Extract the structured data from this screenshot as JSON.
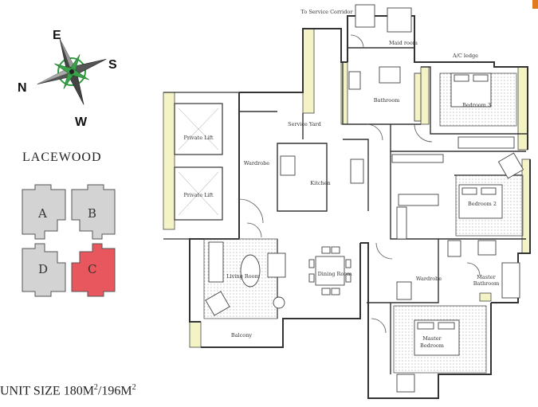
{
  "compass": {
    "north": "N",
    "east": "E",
    "south": "S",
    "west": "W"
  },
  "building": {
    "name": "LACEWOOD",
    "blocks": [
      {
        "label": "A",
        "highlighted": false
      },
      {
        "label": "B",
        "highlighted": false
      },
      {
        "label": "D",
        "highlighted": false
      },
      {
        "label": "C",
        "highlighted": true
      }
    ],
    "colors": {
      "block": "#d3d3d3",
      "highlight": "#e8575e"
    }
  },
  "unit_size": {
    "prefix": "UNIT SIZE 180M",
    "sup1": "2",
    "mid": "/196M",
    "sup2": "2"
  },
  "floorplan": {
    "rooms": {
      "service_corridor": "To Service Corridor",
      "maid_room": "Maid room",
      "a_c_ledge": "A/C ledge",
      "bathroom_top": "Bathroom",
      "bedroom_3": "Bedroom 3",
      "service_yard": "Service Yard",
      "private_lift_1": "Private Lift",
      "private_lift_2": "Private Lift",
      "wardrobe_left": "Wardrobe",
      "kitchen": "Kitchen",
      "bedroom_2": "Bedroom 2",
      "living_room": "Living Room",
      "dining_room": "Dining Room",
      "wardrobe_right": "Wardrobe",
      "master_bathroom_1": "Master",
      "master_bathroom_2": "Bathroom",
      "master_bedroom_1": "Master",
      "master_bedroom_2": "Bedroom",
      "balcony": "Balcony"
    },
    "colors": {
      "ledge": "#f3f3c6",
      "wall": "#333333"
    }
  }
}
